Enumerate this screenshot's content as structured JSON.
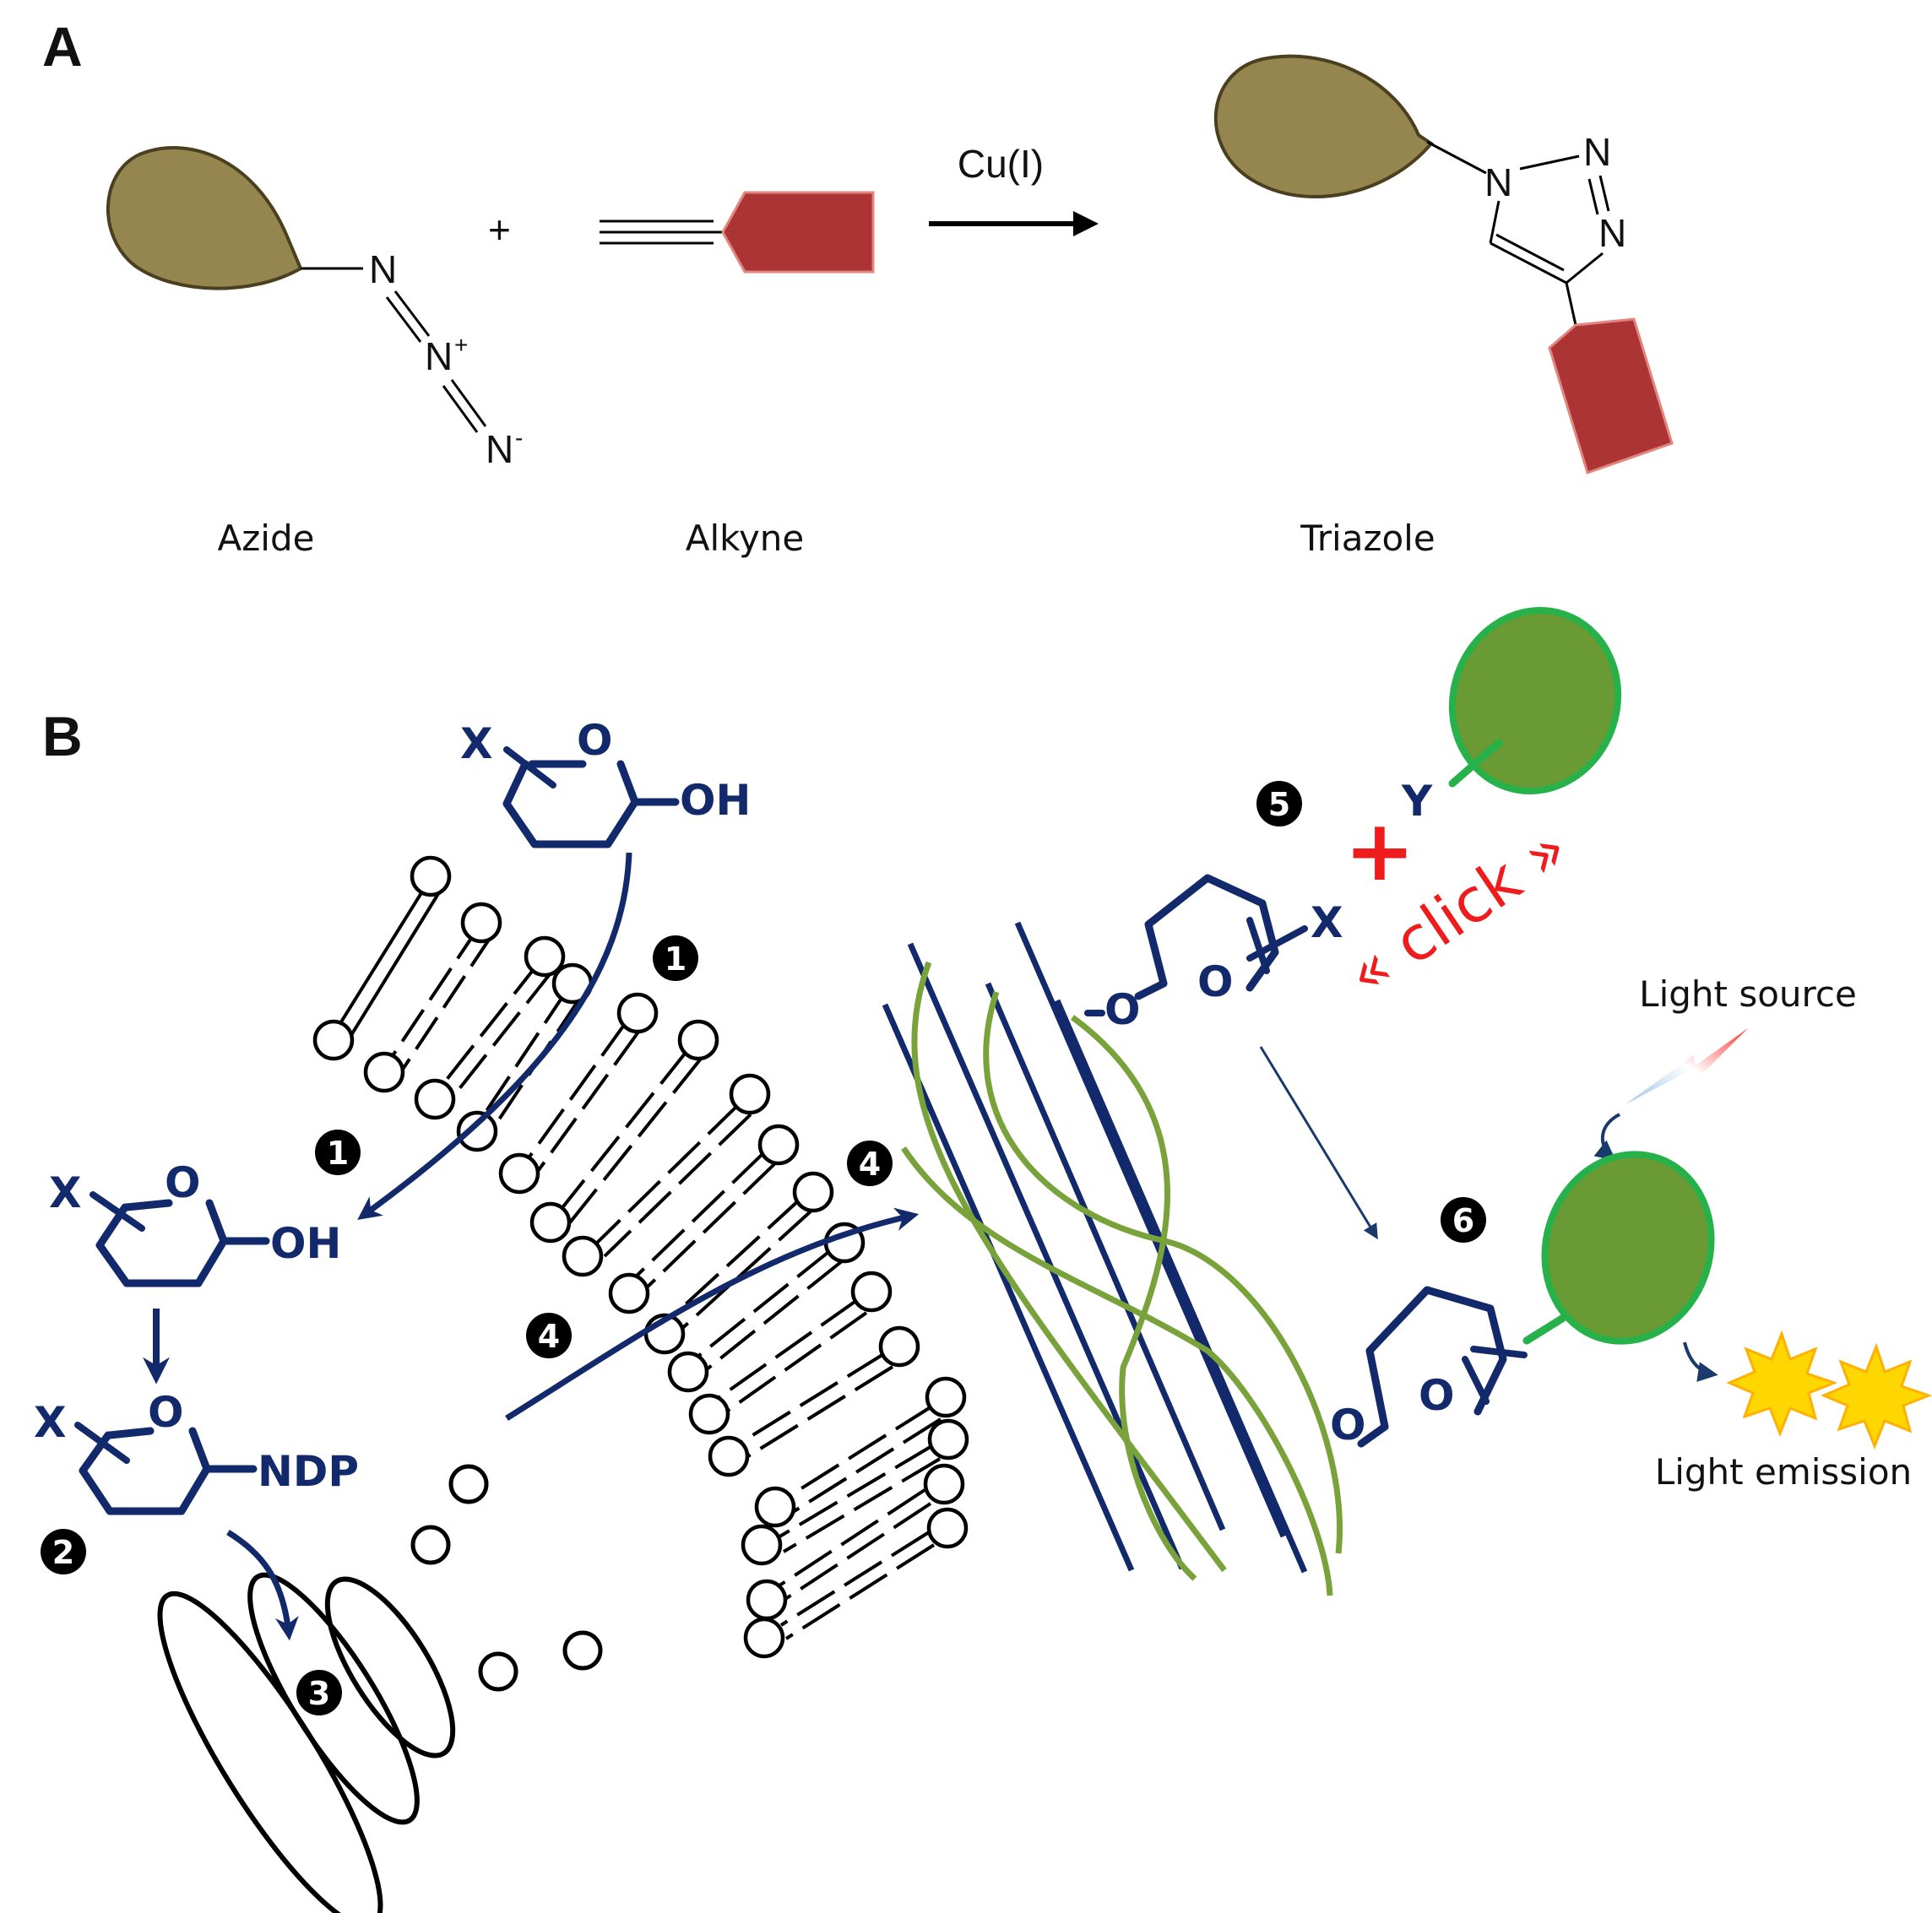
{
  "panel_a": {
    "label": "A",
    "reagent": "Cu(I)",
    "plus": "+",
    "captions": {
      "azide": "Azide",
      "alkyne": "Alkyne",
      "triazole": "Triazole"
    },
    "azide_atoms": {
      "n1": "N",
      "n2": "N",
      "n2_charge": "+",
      "n3": "N",
      "n3_charge": "-"
    },
    "triazole_atoms": {
      "n1": "N",
      "n2": "N",
      "n3": "N"
    }
  },
  "panel_b": {
    "label": "B",
    "sugar_labels": {
      "x": "X",
      "o": "O",
      "oh": "OH",
      "ndp": "NDP",
      "y": "Y"
    },
    "steps": {
      "s1": "1",
      "s2": "2",
      "s3": "3",
      "s4": "4",
      "s5": "5",
      "s6": "6"
    },
    "plus": "+",
    "click_label": "« click »",
    "light_source": "Light source",
    "light_emission": "Light emission"
  },
  "colors": {
    "olive": "#958650",
    "brick": "#ac3434",
    "navy": "#12296b",
    "fiber_green": "#79a23a",
    "probe_green": "#6a9a34",
    "probe_border": "#26b14a",
    "click_red": "#ee1c1c",
    "star_yellow": "#ffd700"
  }
}
